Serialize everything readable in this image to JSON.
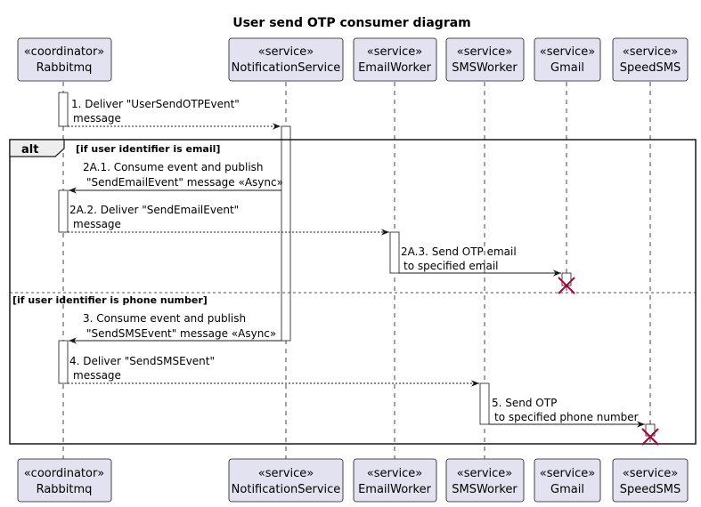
{
  "diagram": {
    "title": "User send OTP consumer diagram",
    "participants": [
      {
        "stereotype": "«coordinator»",
        "name": "Rabbitmq"
      },
      {
        "stereotype": "«service»",
        "name": "NotificationService"
      },
      {
        "stereotype": "«service»",
        "name": "EmailWorker"
      },
      {
        "stereotype": "«service»",
        "name": "SMSWorker"
      },
      {
        "stereotype": "«service»",
        "name": "Gmail"
      },
      {
        "stereotype": "«service»",
        "name": "SpeedSMS"
      }
    ],
    "messages": [
      {
        "from": "Rabbitmq",
        "to": "NotificationService",
        "style": "dashed",
        "lines": [
          "1. Deliver \"UserSendOTPEvent\"",
          "message"
        ]
      },
      {
        "from": "NotificationService",
        "to": "Rabbitmq",
        "style": "solid",
        "lines": [
          "2A.1. Consume event and publish",
          "\"SendEmailEvent\" message «Async»"
        ]
      },
      {
        "from": "Rabbitmq",
        "to": "EmailWorker",
        "style": "dashed",
        "lines": [
          "2A.2. Deliver \"SendEmailEvent\"",
          "message"
        ]
      },
      {
        "from": "EmailWorker",
        "to": "Gmail",
        "style": "solid",
        "lines": [
          "2A.3. Send OTP email",
          "to specified email"
        ]
      },
      {
        "from": "NotificationService",
        "to": "Rabbitmq",
        "style": "solid",
        "lines": [
          "3. Consume event and publish",
          "\"SendSMSEvent\" message «Async»"
        ]
      },
      {
        "from": "Rabbitmq",
        "to": "SMSWorker",
        "style": "dashed",
        "lines": [
          "4. Deliver \"SendSMSEvent\"",
          "message"
        ]
      },
      {
        "from": "SMSWorker",
        "to": "SpeedSMS",
        "style": "solid",
        "lines": [
          "5. Send OTP",
          "to specified phone number"
        ]
      }
    ],
    "alt": {
      "keyword": "alt",
      "guard1": "[if user identifier is email]",
      "guard2": "[if user identifier is phone number]"
    },
    "colors": {
      "participant_fill": "#e2e2f0",
      "participant_border": "#181818",
      "destroy_mark": "#a80036"
    }
  }
}
